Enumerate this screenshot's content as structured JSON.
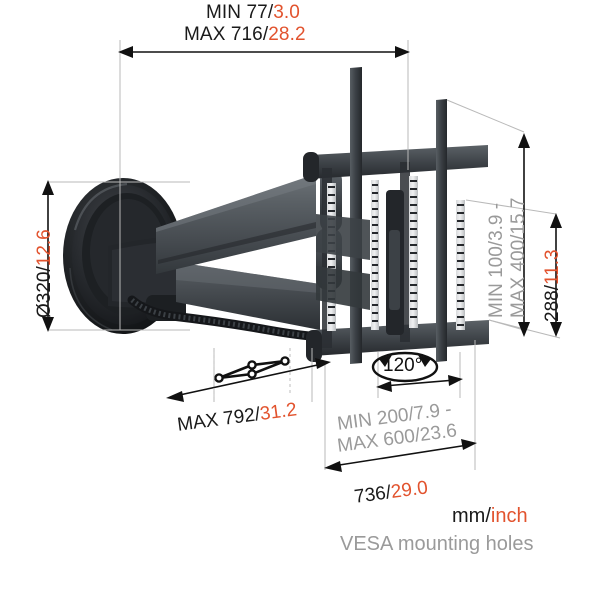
{
  "drawing": {
    "title": "Vogel's full-motion TV wall mount dimension drawing",
    "dimensions": {
      "extension_min": {
        "mm": "MIN 77/",
        "inch": "3.0"
      },
      "extension_max": {
        "mm": "MAX 716/",
        "inch": "28.2"
      },
      "wallplate_diameter": {
        "mm": "Ø320/",
        "inch": "12.6"
      },
      "vesa_height_range": {
        "text": "MIN 100/3.9 -"
      },
      "vesa_height_range2": {
        "text": "MAX 400/15.7"
      },
      "bracket_height": {
        "mm": "288/",
        "inch": "11.3"
      },
      "swivel_reach": {
        "mm": "MAX 792/",
        "inch": "31.2"
      },
      "vesa_width_range": {
        "text": "MIN 200/7.9 -"
      },
      "vesa_width_range2": {
        "text": "MAX 600/23.6"
      },
      "bracket_width": {
        "mm": "736/",
        "inch": "29.0"
      },
      "swivel_angle": {
        "text": "120°"
      }
    },
    "legend": {
      "units_mm": "mm/",
      "units_inch": "inch",
      "vesa_note": "VESA mounting holes"
    },
    "colors": {
      "metric": "#1a1a1a",
      "imperial": "#e2532e",
      "vesa_gray": "#9a9a9a",
      "dimension_line": "#111111",
      "extension_line": "#b9b9b9",
      "product_dark": "#2e3236",
      "product_black": "#1b1d20"
    }
  }
}
